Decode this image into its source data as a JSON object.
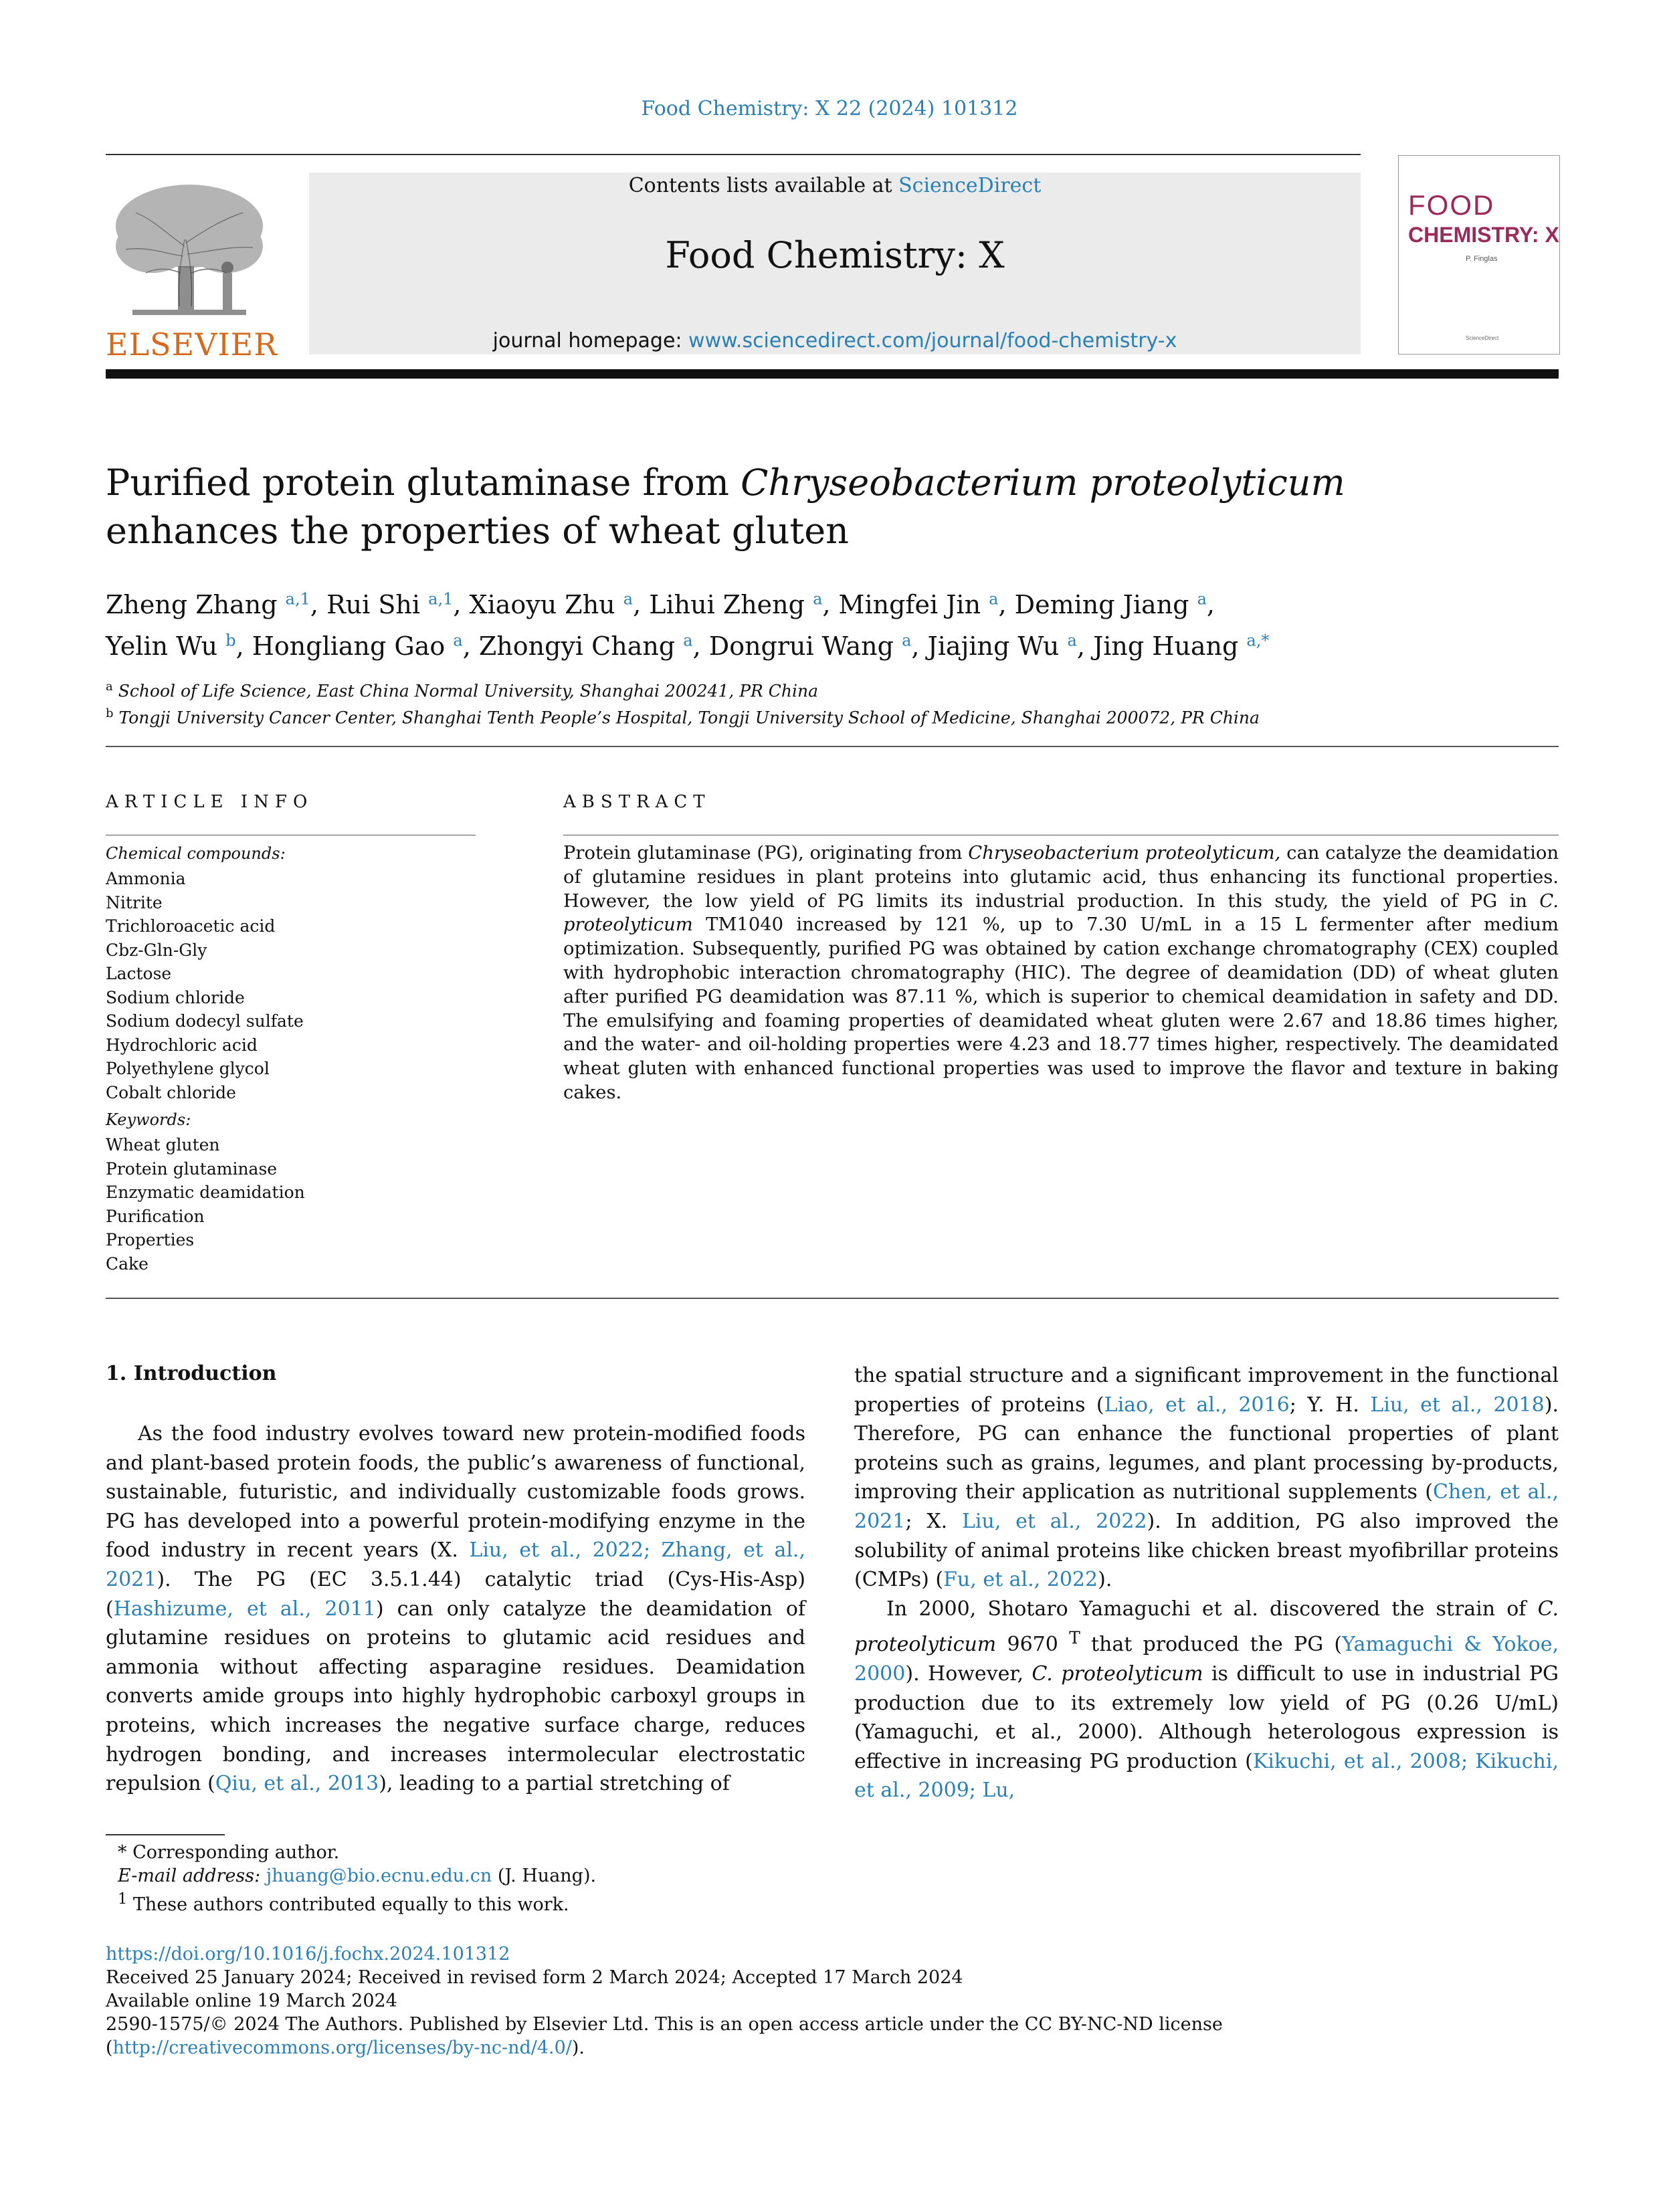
{
  "header": {
    "journal_ref": "Food Chemistry: X 22 (2024) 101312",
    "contents_prefix": "Contents lists available at ",
    "contents_link": "ScienceDirect",
    "journal_title": "Food Chemistry: X",
    "homepage_prefix": "journal homepage: ",
    "homepage_link": "www.sciencedirect.com/journal/food-chemistry-x",
    "publisher": "ELSEVIER",
    "cover_line1": "FOOD",
    "cover_line2": "CHEMISTRY: X",
    "cover_editor": "P. Finglas",
    "cover_footer": "ScienceDirect"
  },
  "article": {
    "title_part1": "Purified protein glutaminase from ",
    "title_italic": "Chryseobacterium proteolyticum",
    "title_part2": " enhances the properties of wheat gluten",
    "authors": [
      {
        "name": "Zheng Zhang",
        "sup": "a,1",
        "sep": ", "
      },
      {
        "name": "Rui Shi",
        "sup": "a,1",
        "sep": ", "
      },
      {
        "name": "Xiaoyu Zhu",
        "sup": "a",
        "sep": ", "
      },
      {
        "name": "Lihui Zheng",
        "sup": "a",
        "sep": ", "
      },
      {
        "name": "Mingfei Jin",
        "sup": "a",
        "sep": ", "
      },
      {
        "name": "Deming Jiang",
        "sup": "a",
        "sep": ","
      },
      {
        "name": "Yelin Wu",
        "sup": "b",
        "sep": ", "
      },
      {
        "name": "Hongliang Gao",
        "sup": "a",
        "sep": ", "
      },
      {
        "name": "Zhongyi Chang",
        "sup": "a",
        "sep": ", "
      },
      {
        "name": "Dongrui Wang",
        "sup": "a",
        "sep": ", "
      },
      {
        "name": "Jiajing Wu",
        "sup": "a",
        "sep": ", "
      },
      {
        "name": "Jing Huang",
        "sup": "a,*",
        "sep": ""
      }
    ],
    "affiliations": [
      {
        "mark": "a",
        "text": "School of Life Science, East China Normal University, Shanghai 200241, PR China"
      },
      {
        "mark": "b",
        "text": "Tongji University Cancer Center, Shanghai Tenth People’s Hospital, Tongji University School of Medicine, Shanghai 200072, PR China"
      }
    ]
  },
  "article_info": {
    "heading": "ARTICLE INFO",
    "chem_heading": "Chemical compounds:",
    "chemicals": [
      "Ammonia",
      "Nitrite",
      "Trichloroacetic acid",
      "Cbz-Gln-Gly",
      "Lactose",
      "Sodium chloride",
      "Sodium dodecyl sulfate",
      "Hydrochloric acid",
      "Polyethylene glycol",
      "Cobalt chloride"
    ],
    "kw_heading": "Keywords:",
    "keywords": [
      "Wheat gluten",
      "Protein glutaminase",
      "Enzymatic deamidation",
      "Purification",
      "Properties",
      "Cake"
    ]
  },
  "abstract": {
    "heading": "ABSTRACT",
    "t1": "Protein glutaminase (PG), originating from ",
    "i1": "Chryseobacterium proteolyticum,",
    "t2": " can catalyze the deamidation of glutamine residues in plant proteins into glutamic acid, thus enhancing its functional properties. However, the low yield of PG limits its industrial production. In this study, the yield of PG in ",
    "i2": "C. proteolyticum",
    "t3": " TM1040 increased by 121 %, up to 7.30 U/mL in a 15 L fermenter after medium optimization. Subsequently, purified PG was obtained by cation exchange chromatography (CEX) coupled with hydrophobic interaction chromatography (HIC). The degree of deamidation (DD) of wheat gluten after purified PG deamidation was 87.11 %, which is superior to chemical deamidation in safety and DD. The emulsifying and foaming properties of deamidated wheat gluten were 2.67 and 18.86 times higher, and the water- and oil-holding properties were 4.23 and 18.77 times higher, respectively. The deamidated wheat gluten with enhanced functional properties was used to improve the flavor and texture in baking cakes."
  },
  "intro": {
    "heading": "1.  Introduction",
    "l1": "As the food industry evolves toward new protein-modified foods and plant-based protein foods, the public’s awareness of functional, sustainable, futuristic, and individually customizable foods grows. PG has developed into a powerful protein-modifying enzyme in the food industry in recent years (X. ",
    "l1_link": "Liu, et al., 2022; Zhang, et al., 2021",
    "l2": "). The PG (EC 3.5.1.44) catalytic triad (Cys-His-Asp) (",
    "l2_link": "Hashizume, et al., 2011",
    "l3": ") can only catalyze the deamidation of glutamine residues on proteins to glutamic acid residues and ammonia without affecting asparagine residues. Deamidation converts amide groups into highly hydrophobic carboxyl groups in proteins, which increases the negative surface charge, reduces hydrogen bonding, and increases intermolecular electrostatic repulsion (",
    "l3_link": "Qiu, et al., 2013",
    "l4": "), leading to a partial stretching of",
    "r1": "the spatial structure and a significant improvement in the functional properties of proteins (",
    "r1_link": "Liao, et al., 2016",
    "r2": "; Y. H. ",
    "r2_link": "Liu, et al., 2018",
    "r3": "). Therefore, PG can enhance the functional properties of plant proteins such as grains, legumes, and plant processing by-products, improving their application as nutritional supplements (",
    "r3_link": "Chen, et al., 2021",
    "r4": "; X. ",
    "r4_link": "Liu, et al., 2022",
    "r5": "). In addition, PG also improved the solubility of animal proteins like chicken breast myofibrillar proteins (CMPs) (",
    "r5_link": "Fu, et al., 2022",
    "r6": ").",
    "p2a": "In 2000, Shotaro Yamaguchi et al. discovered the strain of ",
    "p2_i1": "C. proteolyticum",
    "p2b": " 9670 ",
    "p2_sup": "T",
    "p2c": " that produced the PG (",
    "p2_link1": "Yamaguchi & Yokoe, 2000",
    "p2d": "). However, ",
    "p2_i2": "C. proteolyticum",
    "p2e": " is difficult to use in industrial PG production due to its extremely low yield of PG (0.26 U/mL) (Yamaguchi, et al., 2000). Although heterologous expression is effective in increasing PG production (",
    "p2_link2": "Kikuchi, et al., 2008; Kikuchi, et al., 2009; Lu,"
  },
  "footnotes": {
    "corr": "Corresponding author.",
    "email_label": "E-mail address: ",
    "email": "jhuang@bio.ecnu.edu.cn",
    "email_suffix": " (J. Huang).",
    "equal": "These authors contributed equally to this work."
  },
  "publication": {
    "doi": "https://doi.org/10.1016/j.fochx.2024.101312",
    "received": "Received 25 January 2024; Received in revised form 2 March 2024; Accepted 17 March 2024",
    "online": "Available online 19 March 2024",
    "license_prefix": "2590-1575/© 2024 The Authors. Published by Elsevier Ltd. This is an open access article under the CC BY-NC-ND license (",
    "license_link": "http://creativecommons.org/licenses/by-nc-nd/4.0/",
    "license_suffix": ")."
  }
}
